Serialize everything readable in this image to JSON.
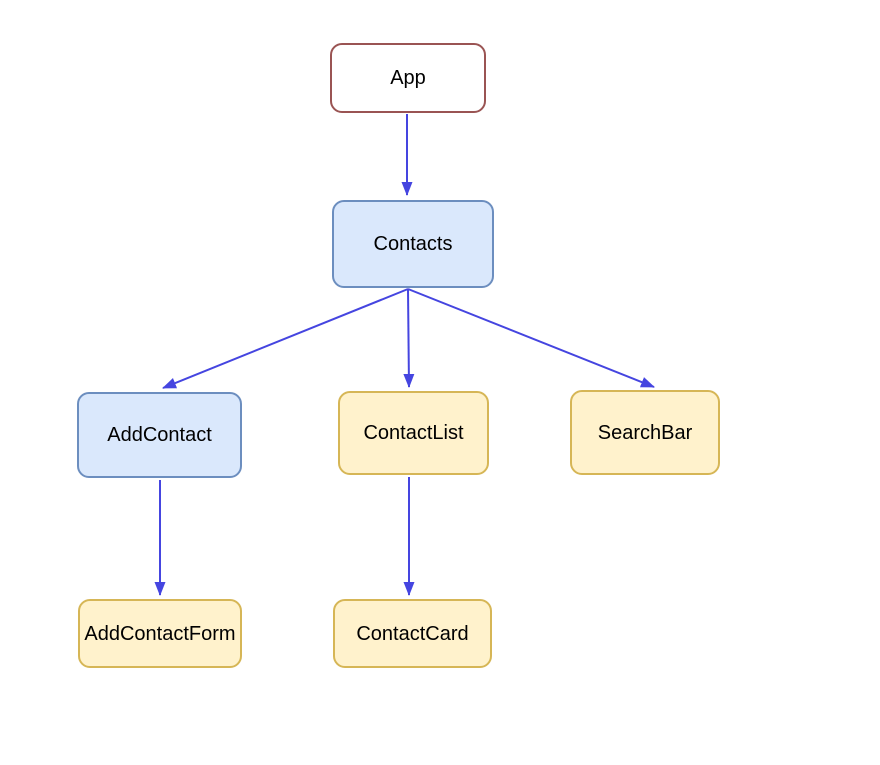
{
  "diagram": {
    "arrow_color": "#4545e0",
    "nodes": [
      {
        "id": "app",
        "label": "App",
        "fill": "#ffffff",
        "stroke": "#9a5453"
      },
      {
        "id": "contacts",
        "label": "Contacts",
        "fill": "#dae8fc",
        "stroke": "#6c8ebf"
      },
      {
        "id": "add-contact",
        "label": "AddContact",
        "fill": "#dae8fc",
        "stroke": "#6c8ebf"
      },
      {
        "id": "contact-list",
        "label": "ContactList",
        "fill": "#fff2cc",
        "stroke": "#d6b656"
      },
      {
        "id": "search-bar",
        "label": "SearchBar",
        "fill": "#fff2cc",
        "stroke": "#d6b656"
      },
      {
        "id": "add-contact-form",
        "label": "AddContactForm",
        "fill": "#fff2cc",
        "stroke": "#d6b656"
      },
      {
        "id": "contact-card",
        "label": "ContactCard",
        "fill": "#fff2cc",
        "stroke": "#d6b656"
      }
    ],
    "edges": [
      {
        "from": "App",
        "to": "Contacts"
      },
      {
        "from": "Contacts",
        "to": "AddContact"
      },
      {
        "from": "Contacts",
        "to": "ContactList"
      },
      {
        "from": "Contacts",
        "to": "SearchBar"
      },
      {
        "from": "AddContact",
        "to": "AddContactForm"
      },
      {
        "from": "ContactList",
        "to": "ContactCard"
      }
    ]
  }
}
